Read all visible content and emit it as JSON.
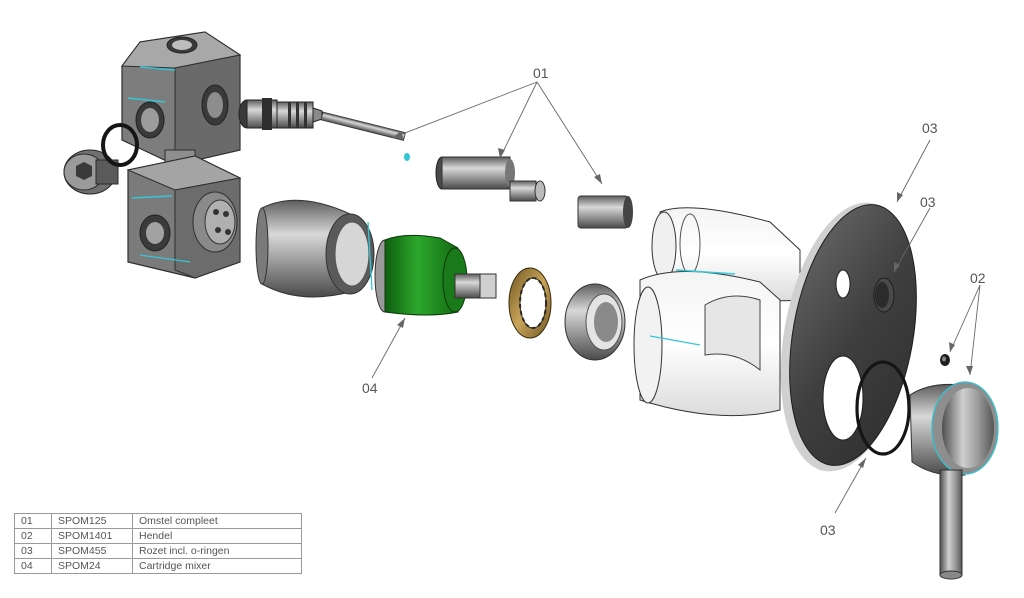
{
  "callouts": {
    "c01": "01",
    "c02": "02",
    "c03a": "03",
    "c03b": "03",
    "c03c": "03",
    "c04": "04"
  },
  "parts": [
    {
      "num": "01",
      "code": "SPOM125",
      "desc": "Omstel compleet"
    },
    {
      "num": "02",
      "code": "SPOM1401",
      "desc": "Hendel"
    },
    {
      "num": "03",
      "code": "SPOM455",
      "desc": "Rozet incl. o-ringen"
    },
    {
      "num": "04",
      "code": "SPOM24",
      "desc": "Cartridge mixer"
    }
  ],
  "colors": {
    "metal": "#8c8c8c",
    "metal_dark": "#4a4a4a",
    "cartridge_green": "#1e8a1e",
    "brass": "#b08a3a",
    "highlight": "#35c6d6",
    "leader": "#666666"
  }
}
